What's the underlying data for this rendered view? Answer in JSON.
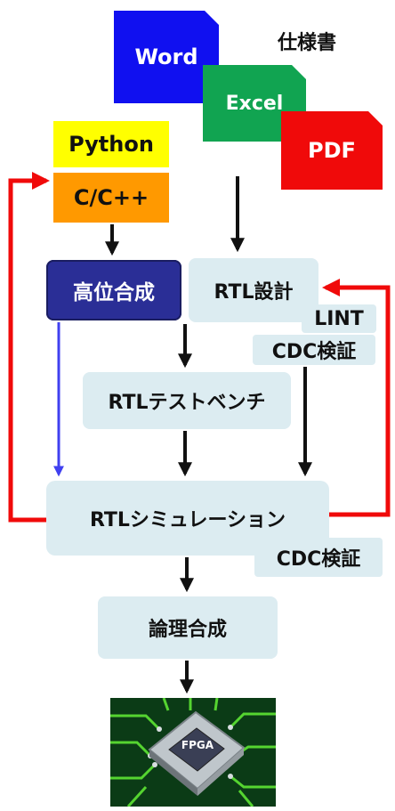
{
  "spec_label": "仕様書",
  "documents": {
    "word": "Word",
    "excel": "Excel",
    "pdf": "PDF"
  },
  "languages": {
    "python": "Python",
    "cpp": "C/C++"
  },
  "steps": {
    "hls": "高位合成",
    "rtl_design": "RTL設計",
    "lint": "LINT",
    "cdc_verify_1": "CDC検証",
    "testbench": "RTLテストベンチ",
    "simulation": "RTLシミュレーション",
    "cdc_verify_2": "CDC検証",
    "synthesis": "論理合成"
  },
  "chip_label": "FPGA",
  "colors": {
    "word": "#1010f0",
    "excel": "#11a451",
    "pdf": "#f00a0a",
    "python": "#ffff00",
    "cpp": "#ff9900",
    "hls": "#2a2e96",
    "step_fill": "#dcecf1",
    "feedback_arrow": "#f00a0a",
    "hls_arrow": "#4040f0"
  }
}
